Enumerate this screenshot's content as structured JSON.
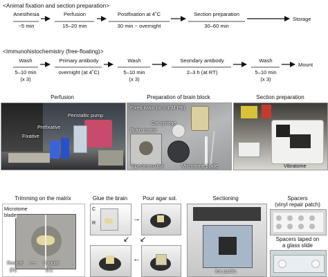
{
  "section1": {
    "header": "<Animal fixation and section preparation>",
    "steps": [
      {
        "label": "Anesthesia",
        "time": "~5 min"
      },
      {
        "label": "Perfusion",
        "time": "15–20 min"
      },
      {
        "label": "Postfixation at 4˚C",
        "time": "30 min ~ overnight"
      },
      {
        "label": "Section preparation",
        "time": "30–60 min"
      },
      {
        "label": "Storage",
        "time": ""
      }
    ]
  },
  "section2": {
    "header": "<Immunohistochemistry (free-floating)>",
    "steps": [
      {
        "label": "Wash",
        "time": "5–10 min",
        "extra": "(x 3)"
      },
      {
        "label": "Primary antibody",
        "time": "overnight (at 4˚C)",
        "extra": ""
      },
      {
        "label": "Wash",
        "time": "5–10 min",
        "extra": "(x 3)"
      },
      {
        "label": "Seondary antibody",
        "time": "2–3 h (at RT)",
        "extra": ""
      },
      {
        "label": "Wash",
        "time": "5–10 min",
        "extra": "(x 3)"
      },
      {
        "label": "Mount",
        "time": "",
        "extra": ""
      }
    ]
  },
  "panels": {
    "perfusion": {
      "title": "Perfusion",
      "labels": {
        "pump": "Peristaltic pump",
        "prefixative": "Prefixative",
        "fixative": "Fixative"
      }
    },
    "brain_block": {
      "title": "Preparation of brain block",
      "labels": {
        "fixed_brain": "Fixed brain (in 0.1 M PB)",
        "cut_syringe": "Cut syringe",
        "brain_matrix": "Brain matrix",
        "specimen_disk": "Specimen disk",
        "microtome_blade": "Microtome blade"
      }
    },
    "section_prep": {
      "title": "Section preparation",
      "labels": {
        "vibratome": "Vibratome"
      }
    },
    "trimming": {
      "title": "Trimming on the matrix",
      "labels": {
        "blade_line1": "Microtome",
        "blade_line2": "blade",
        "rostral": "Rostral",
        "rostral_abbr": "(R)",
        "caudal": "Caudal",
        "caudal_abbr": "(C)"
      }
    },
    "glue": {
      "title": "Glue the brain",
      "labels": {
        "c": "C",
        "r": "R"
      }
    },
    "agar": {
      "title": "Pour agar sol."
    },
    "sectioning": {
      "title": "Sectioning",
      "labels": {
        "ice_packs": "Ice packs"
      }
    },
    "spacers": {
      "title_line1": "Spacers",
      "title_line2": "(vinyl repair patch)",
      "taped_line1": "Spacers taped on",
      "taped_line2": "a glass slide"
    }
  }
}
